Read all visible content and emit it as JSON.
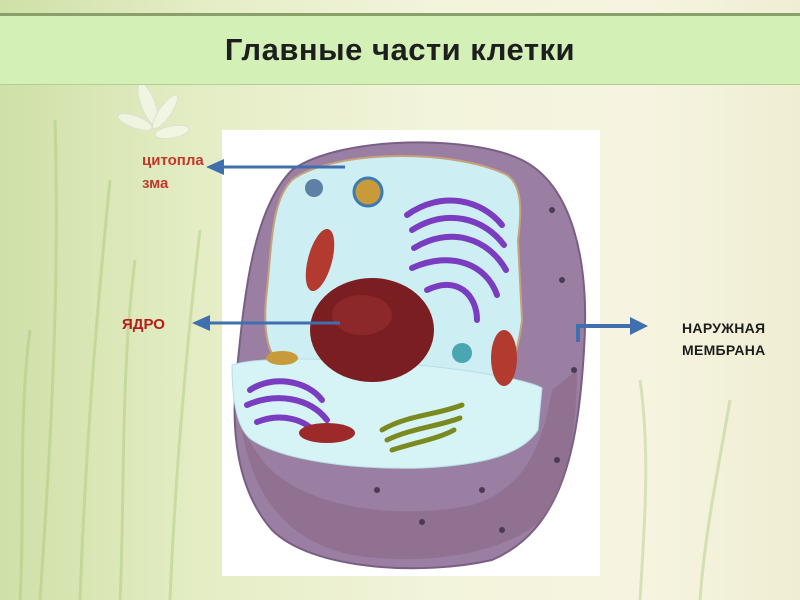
{
  "title": "Главные части клетки",
  "labels": {
    "cytoplasm": "цитоплазма",
    "nucleus": "ЯДРО",
    "membrane": "НАРУЖНАЯ МЕМБРАНА"
  },
  "colors": {
    "title_bar": "#d3f0b6",
    "arrow": "#3f6fae",
    "cytoplasm_label": "#c0392b",
    "nucleus_label": "#b71c1c",
    "membrane": "#8a6a8e",
    "cytoplasm": "#cdeef2",
    "nucleus": "#7a1e22",
    "golgi": "#7a3cc0",
    "mitochondria": "#b23a2f"
  }
}
